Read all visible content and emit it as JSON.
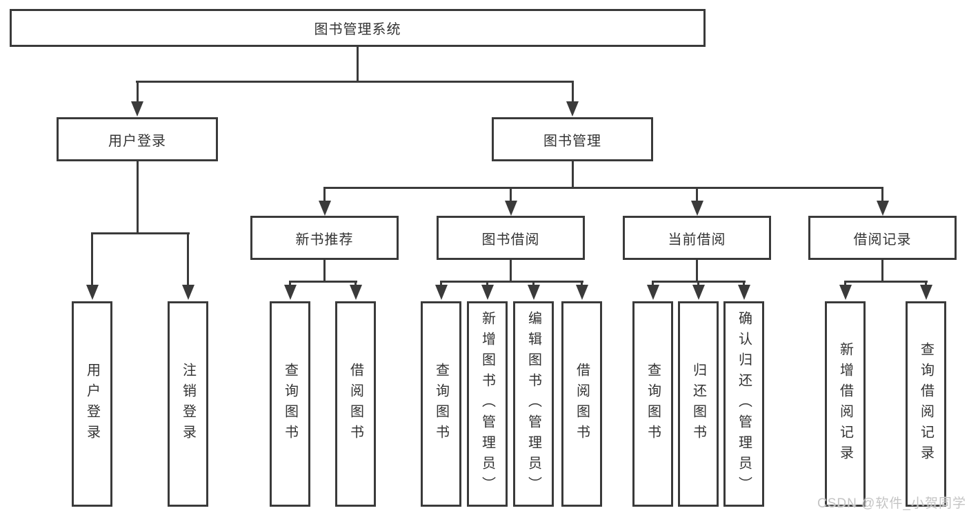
{
  "colors": {
    "line": "#3a3a3a",
    "text": "#333333",
    "box_background": "#ffffff",
    "watermark": "#c4c4c4"
  },
  "diagram": {
    "root": {
      "label": "图书管理系统"
    },
    "branches": [
      {
        "label": "用户登录",
        "children": [
          {
            "label": "用户登录"
          },
          {
            "label": "注销登录"
          }
        ]
      },
      {
        "label": "图书管理",
        "children": [
          {
            "label": "新书推荐",
            "children": [
              {
                "label": "查询图书"
              },
              {
                "label": "借阅图书"
              }
            ]
          },
          {
            "label": "图书借阅",
            "children": [
              {
                "label": "查询图书"
              },
              {
                "label": "新增图书（管理员）"
              },
              {
                "label": "编辑图书（管理员）"
              },
              {
                "label": "借阅图书"
              }
            ]
          },
          {
            "label": "当前借阅",
            "children": [
              {
                "label": "查询图书"
              },
              {
                "label": "归还图书"
              },
              {
                "label": "确认归还（管理员）"
              }
            ]
          },
          {
            "label": "借阅记录",
            "children": [
              {
                "label": "新增借阅记录"
              },
              {
                "label": "查询借阅记录"
              }
            ]
          }
        ]
      }
    ]
  },
  "watermark": {
    "text": "CSDN @软件_小贺同学"
  }
}
